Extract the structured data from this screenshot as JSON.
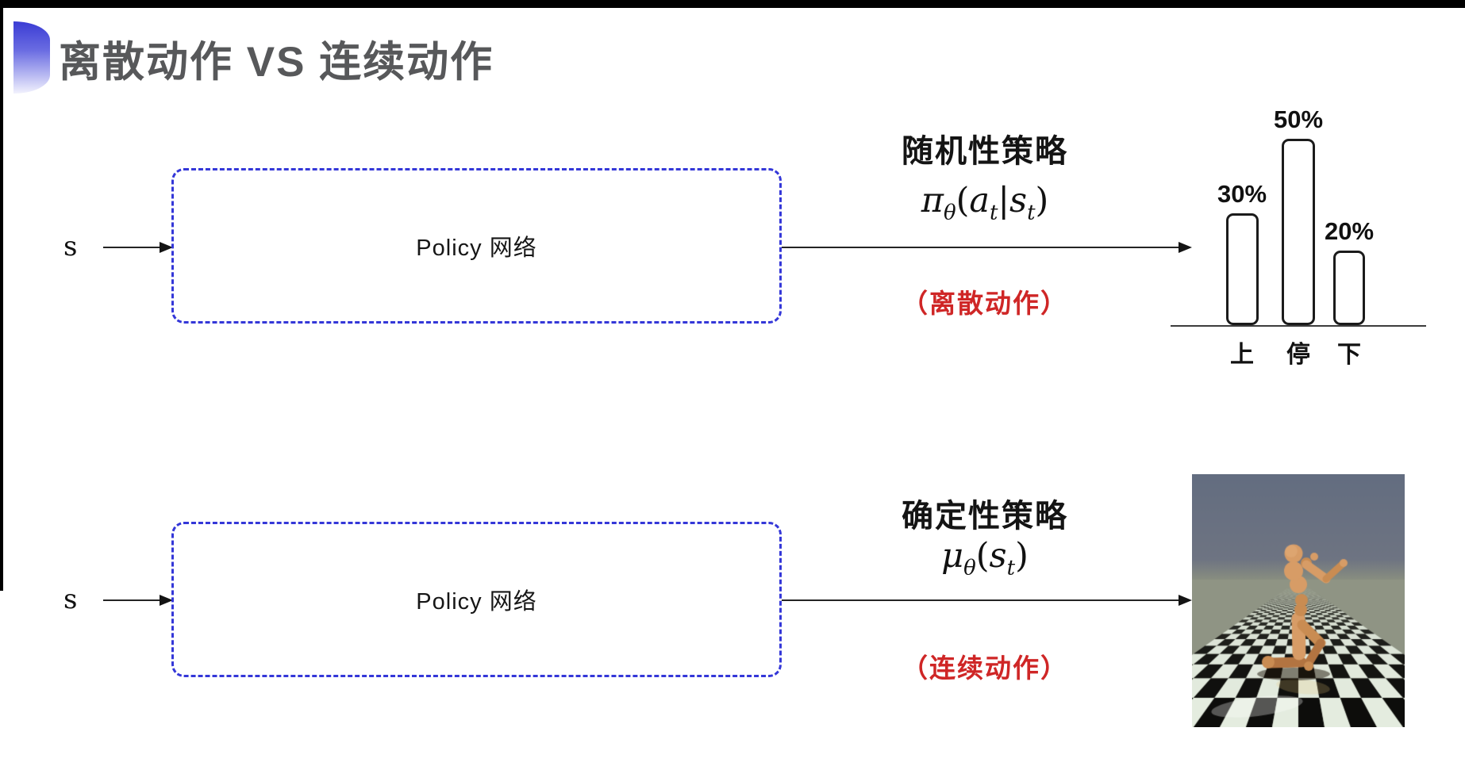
{
  "title": {
    "text": "离散动作 VS 连续动作"
  },
  "rows": [
    {
      "input_label": "s",
      "box_label": "Policy 网络",
      "policy_title": "随机性策略",
      "formula": {
        "sym": "π",
        "sym_sub": "θ",
        "open": "(",
        "a1": "a",
        "a1_sub": "t",
        "bar": "|",
        "a2": "s",
        "a2_sub": "t",
        "close": ")"
      },
      "action_note": "（离散动作）"
    },
    {
      "input_label": "s",
      "box_label": "Policy 网络",
      "policy_title": "确定性策略",
      "formula": {
        "sym": "μ",
        "sym_sub": "θ",
        "open": "(",
        "a1": "s",
        "a1_sub": "t",
        "close": ")"
      },
      "action_note": "（连续动作）"
    }
  ],
  "chart_data": {
    "type": "bar",
    "categories": [
      "上",
      "停",
      "下"
    ],
    "values": [
      30,
      50,
      20
    ],
    "value_labels": [
      "30%",
      "50%",
      "20%"
    ],
    "title": "",
    "xlabel": "",
    "ylabel": "",
    "ylim": [
      0,
      60
    ],
    "grid": false,
    "legend": false,
    "bar_style": "outlined-rounded-white"
  },
  "humanoid_scene": {
    "name": "mujoco-humanoid-running",
    "colors": {
      "sky_top": "#636d80",
      "sky_bottom": "#6e7482",
      "horizon": "#8a8f80",
      "floor_light": "#e4ecdf",
      "floor_dark": "#0d0d0b",
      "floor_far": "#8f9484",
      "body": "#d79c66",
      "body_mid": "#c98c52",
      "body_dark": "#b27441",
      "shadow": "rgba(30,20,8,0.5)"
    }
  },
  "colors": {
    "accent_blue": "#3437d8",
    "note_red": "#cf2626",
    "title_gray": "#57585a",
    "line_black": "#242424"
  }
}
